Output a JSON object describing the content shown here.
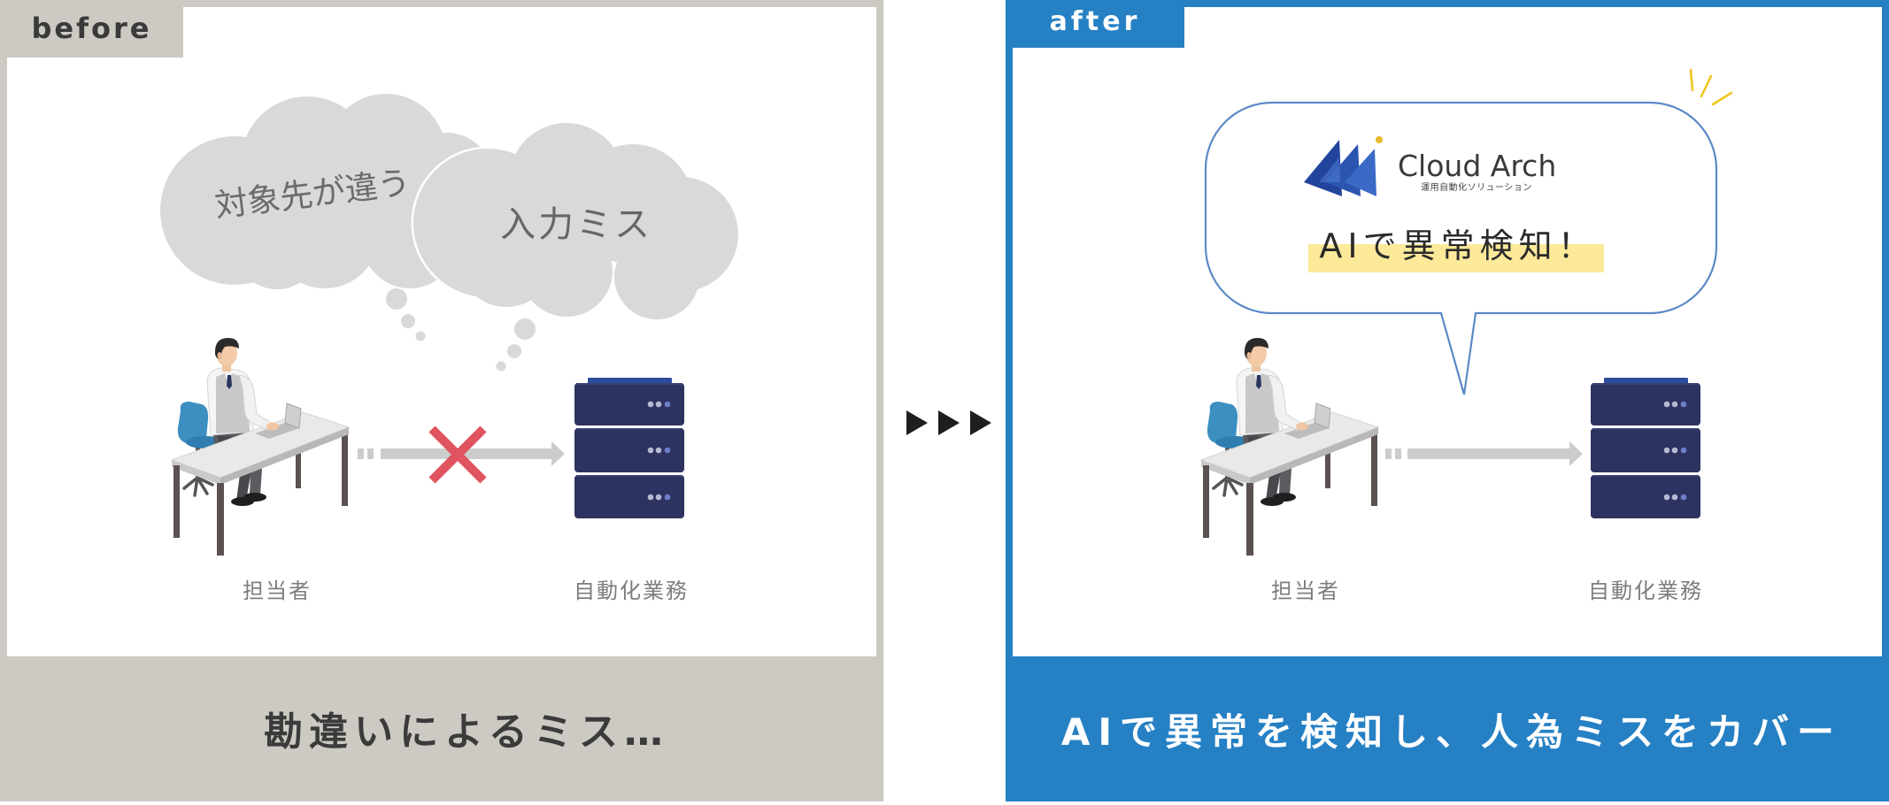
{
  "before": {
    "tag": "before",
    "clouds": [
      "対象先が違う",
      "入力ミス"
    ],
    "labels": {
      "person": "担当者",
      "system": "自動化業務"
    },
    "status_icon": "x-mark-icon",
    "caption": "勘違いによるミス…"
  },
  "separator": {
    "icon": "triple-arrow-right-icon"
  },
  "after": {
    "tag": "after",
    "logo": {
      "name": "Cloud Arch",
      "tagline": "運用自動化ソリューション"
    },
    "bubble_text": "AIで異常検知！",
    "labels": {
      "person": "担当者",
      "system": "自動化業務"
    },
    "caption": "AIで異常を検知し、人為ミスをカバー"
  },
  "icons": {
    "person": "office-worker-icon",
    "system": "server-rack-icon",
    "flow": "arrow-right-icon"
  },
  "colors": {
    "before_panel": "#cdc9c3",
    "after_panel": "#2680c4",
    "cloud": "#d9d9d9",
    "error_mark": "#e05361",
    "server": "#2d3360",
    "highlight": "#fde99a",
    "bubble_stroke": "#5a89c6"
  }
}
